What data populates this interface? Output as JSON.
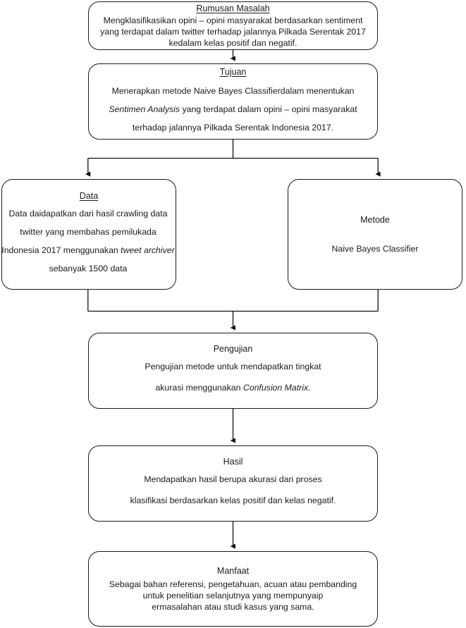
{
  "diagram": {
    "type": "flowchart",
    "orientation": "top-to-bottom",
    "accent_color": "#1a1a1a",
    "background_color": "#ffffff"
  },
  "nodes": {
    "rumusan": {
      "heading": "Rumusan Masalah",
      "heading_underlined": true,
      "lines": [
        "Mengklasifikasikan opini – opini masyarakat berdasarkan sentiment",
        "yang terdapat dalam twitter terhadap jalannya Pilkada Serentak 2017",
        "kedalam kelas positif dan negatif."
      ]
    },
    "tujuan": {
      "heading": "Tujuan",
      "heading_underlined": true,
      "line1": "Menerapkan metode Naive Bayes Classifierdalam menentukan",
      "line2_italic": "Sentimen Analysis",
      "line2_rest": " yang terdapat dalam opini – opini masyarakat",
      "line3": "terhadap jalannya Pilkada Serentak Indonesia 2017."
    },
    "data": {
      "heading": "Data",
      "heading_underlined": true,
      "line1": "Data daidapatkan dari hasil crawling data",
      "line2": "twitter yang membahas pemilukada",
      "line3_pre": "Indonesia 2017 menggunakan ",
      "line3_italic": "tweet archiver",
      "line4": "sebanyak 1500 data"
    },
    "metode": {
      "heading": "Metode",
      "heading_underlined": false,
      "line1": "Naive Bayes Classifier"
    },
    "pengujian": {
      "heading": "Pengujian",
      "heading_underlined": false,
      "line1": "Pengujian metode untuk mendapatkan tingkat",
      "line2_pre": "akurasi menggunakan ",
      "line2_italic": "Confusion Matrix."
    },
    "hasil": {
      "heading": "Hasil",
      "heading_underlined": false,
      "line1": "Mendapatkan hasil berupa akurasi dari proses",
      "line2": "klasifikasi berdasarkan kelas positif dan kelas negatif."
    },
    "manfaat": {
      "heading": "Manfaat",
      "heading_underlined": false,
      "lines": [
        "Sebagai bahan referensi, pengetahuan, acuan atau pembanding",
        "untuk penelitian selanjutnya yang mempunyaip",
        "ermasalahan atau studi kasus yang sama."
      ]
    }
  },
  "connectors": [
    {
      "name": "rumusan-to-tujuan",
      "from": "rumusan",
      "to": "tujuan",
      "style": "straight-arrow"
    },
    {
      "name": "tujuan-split",
      "from": "tujuan",
      "to": [
        "data",
        "metode"
      ],
      "style": "fork-arrow"
    },
    {
      "name": "data-metode-merge",
      "from": [
        "data",
        "metode"
      ],
      "to": "pengujian",
      "style": "merge-arrow"
    },
    {
      "name": "pengujian-to-hasil",
      "from": "pengujian",
      "to": "hasil",
      "style": "straight-arrow"
    },
    {
      "name": "hasil-to-manfaat",
      "from": "hasil",
      "to": "manfaat",
      "style": "straight-arrow"
    }
  ]
}
